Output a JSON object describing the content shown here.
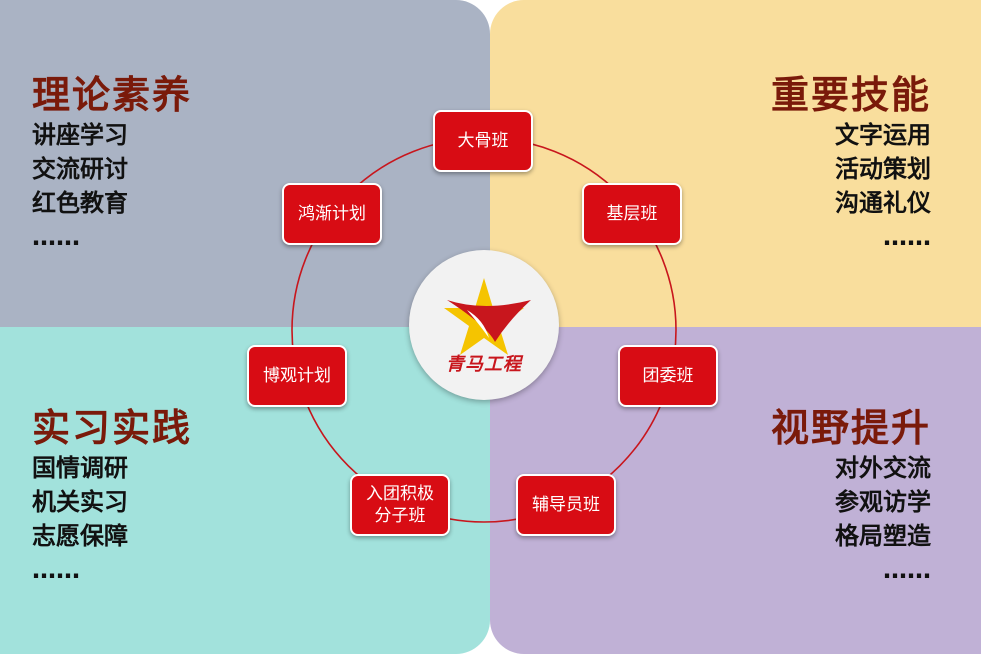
{
  "quadrants": {
    "top_left": {
      "title": "理论素养",
      "items": [
        "讲座学习",
        "交流研讨",
        "红色教育"
      ],
      "more": "……"
    },
    "top_right": {
      "title": "重要技能",
      "items": [
        "文字运用",
        "活动策划",
        "沟通礼仪"
      ],
      "more": "……"
    },
    "bottom_left": {
      "title": "实习实践",
      "items": [
        "国情调研",
        "机关实习",
        "志愿保障"
      ],
      "more": "……"
    },
    "bottom_right": {
      "title": "视野提升",
      "items": [
        "对外交流",
        "参观访学",
        "格局塑造"
      ],
      "more": "……"
    }
  },
  "center": {
    "label": "青马工程",
    "icon": "star-logo-icon"
  },
  "nodes": [
    {
      "label": "大骨班"
    },
    {
      "label": "基层班"
    },
    {
      "label": "团委班"
    },
    {
      "label": "辅导员班"
    },
    {
      "label": "入团积极分子班"
    },
    {
      "label": "博观计划"
    },
    {
      "label": "鸿渐计划"
    }
  ],
  "colors": {
    "top_left": "#aab3c4",
    "top_right": "#f9de9d",
    "bottom_left": "#a2e2dc",
    "bottom_right": "#c0b1d6",
    "title": "#7a1a0a",
    "node": "#d80c14",
    "ring": "#c8161d"
  }
}
